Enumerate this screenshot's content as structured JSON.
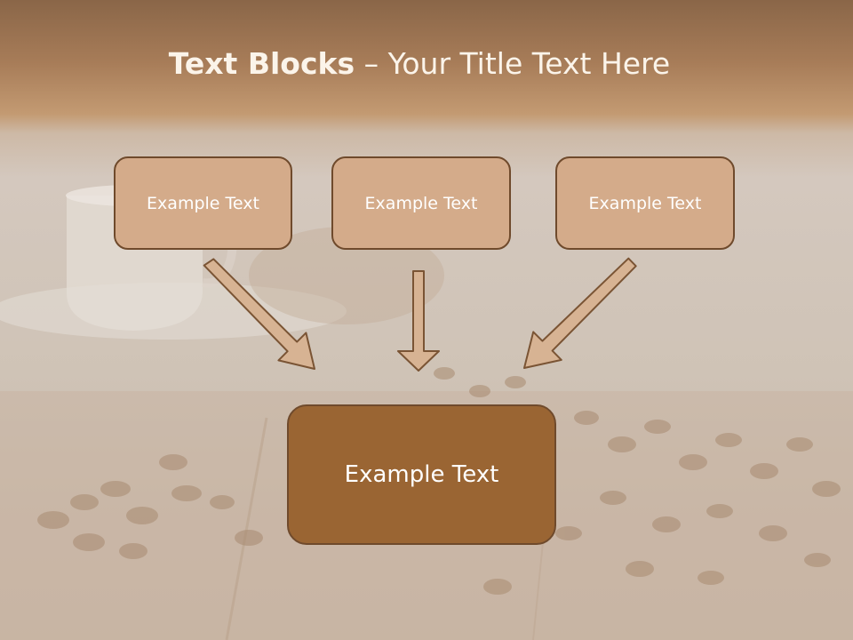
{
  "slide": {
    "title_bold": "Text Blocks",
    "title_rest": " – Your Title Text Here",
    "boxes": [
      "Example Text",
      "Example Text",
      "Example Text"
    ],
    "main_box": "Example Text"
  },
  "colors": {
    "box_fill": "#d4ab8a",
    "main_fill": "#9a6533",
    "border": "#6f4a2c",
    "arrow_fill": "#d7b393"
  }
}
